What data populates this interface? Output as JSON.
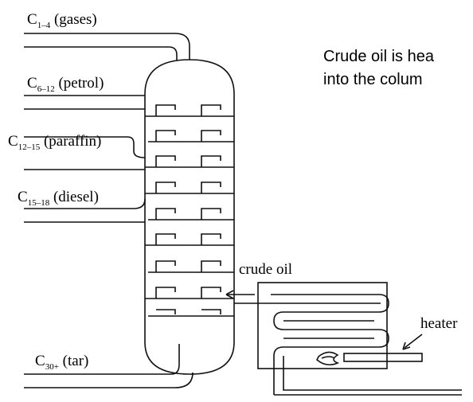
{
  "fractions": [
    {
      "main": "C",
      "sub": "1–4",
      "name": "(gases)"
    },
    {
      "main": "C",
      "sub": "6–12",
      "name": "(petrol)"
    },
    {
      "main": "C",
      "sub": "12–15",
      "name": "(paraffin)"
    },
    {
      "main": "C",
      "sub": "15–18",
      "name": "(diesel)"
    },
    {
      "main": "C",
      "sub": "30+",
      "name": "(tar)"
    }
  ],
  "labels": {
    "crude_oil": "crude oil",
    "heater": "heater"
  },
  "note": {
    "line1": "Crude oil is hea",
    "line2": "into the colum"
  }
}
